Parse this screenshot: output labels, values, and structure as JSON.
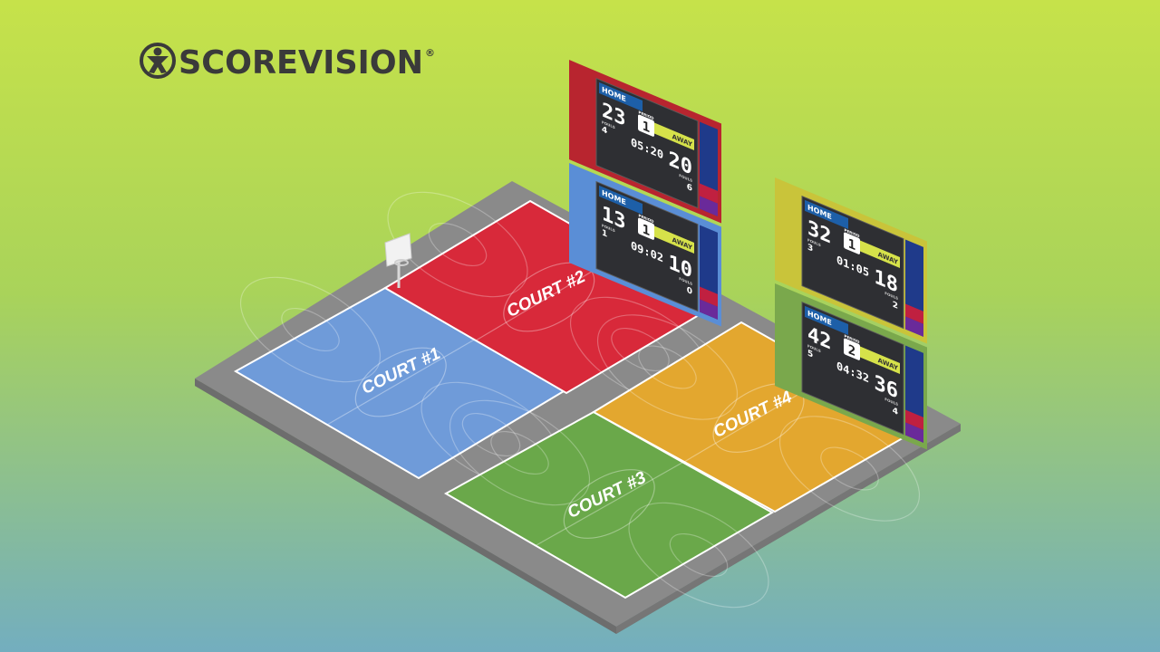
{
  "brand": {
    "name": "SCOREVISION",
    "registered_mark": "®",
    "text_color": "#3a3a3a"
  },
  "background": {
    "top_color": "#c6e24a",
    "bottom_color": "#73aebf"
  },
  "courts": [
    {
      "label": "COURT #1",
      "color": "#6f9bd9"
    },
    {
      "label": "COURT #2",
      "color": "#d8293a"
    },
    {
      "label": "COURT #3",
      "color": "#6aa84a"
    },
    {
      "label": "COURT #4",
      "color": "#e3a72f"
    }
  ],
  "scoreboard_walls": [
    {
      "games": [
        {
          "home_label": "HOME",
          "away_label": "AWAY",
          "home_score": "23",
          "away_score": "20",
          "period": "1",
          "clock": "05:20",
          "home_fouls": "4",
          "away_fouls": "6",
          "fouls_label": "FOULS",
          "period_label": "PERIOD",
          "accent": "#b8252f"
        },
        {
          "home_label": "HOME",
          "away_label": "AWAY",
          "home_score": "13",
          "away_score": "10",
          "period": "1",
          "clock": "09:02",
          "home_fouls": "1",
          "away_fouls": "0",
          "fouls_label": "FOULS",
          "period_label": "PERIOD",
          "accent": "#5a8ed6"
        }
      ]
    },
    {
      "games": [
        {
          "home_label": "HOME",
          "away_label": "AWAY",
          "home_score": "32",
          "away_score": "18",
          "period": "1",
          "clock": "01:05",
          "home_fouls": "3",
          "away_fouls": "2",
          "fouls_label": "FOULS",
          "period_label": "PERIOD",
          "accent": "#c9c43a"
        },
        {
          "home_label": "HOME",
          "away_label": "AWAY",
          "home_score": "42",
          "away_score": "36",
          "period": "2",
          "clock": "04:32",
          "home_fouls": "5",
          "away_fouls": "4",
          "fouls_label": "FOULS",
          "period_label": "PERIOD",
          "accent": "#7aa84c"
        }
      ]
    }
  ]
}
